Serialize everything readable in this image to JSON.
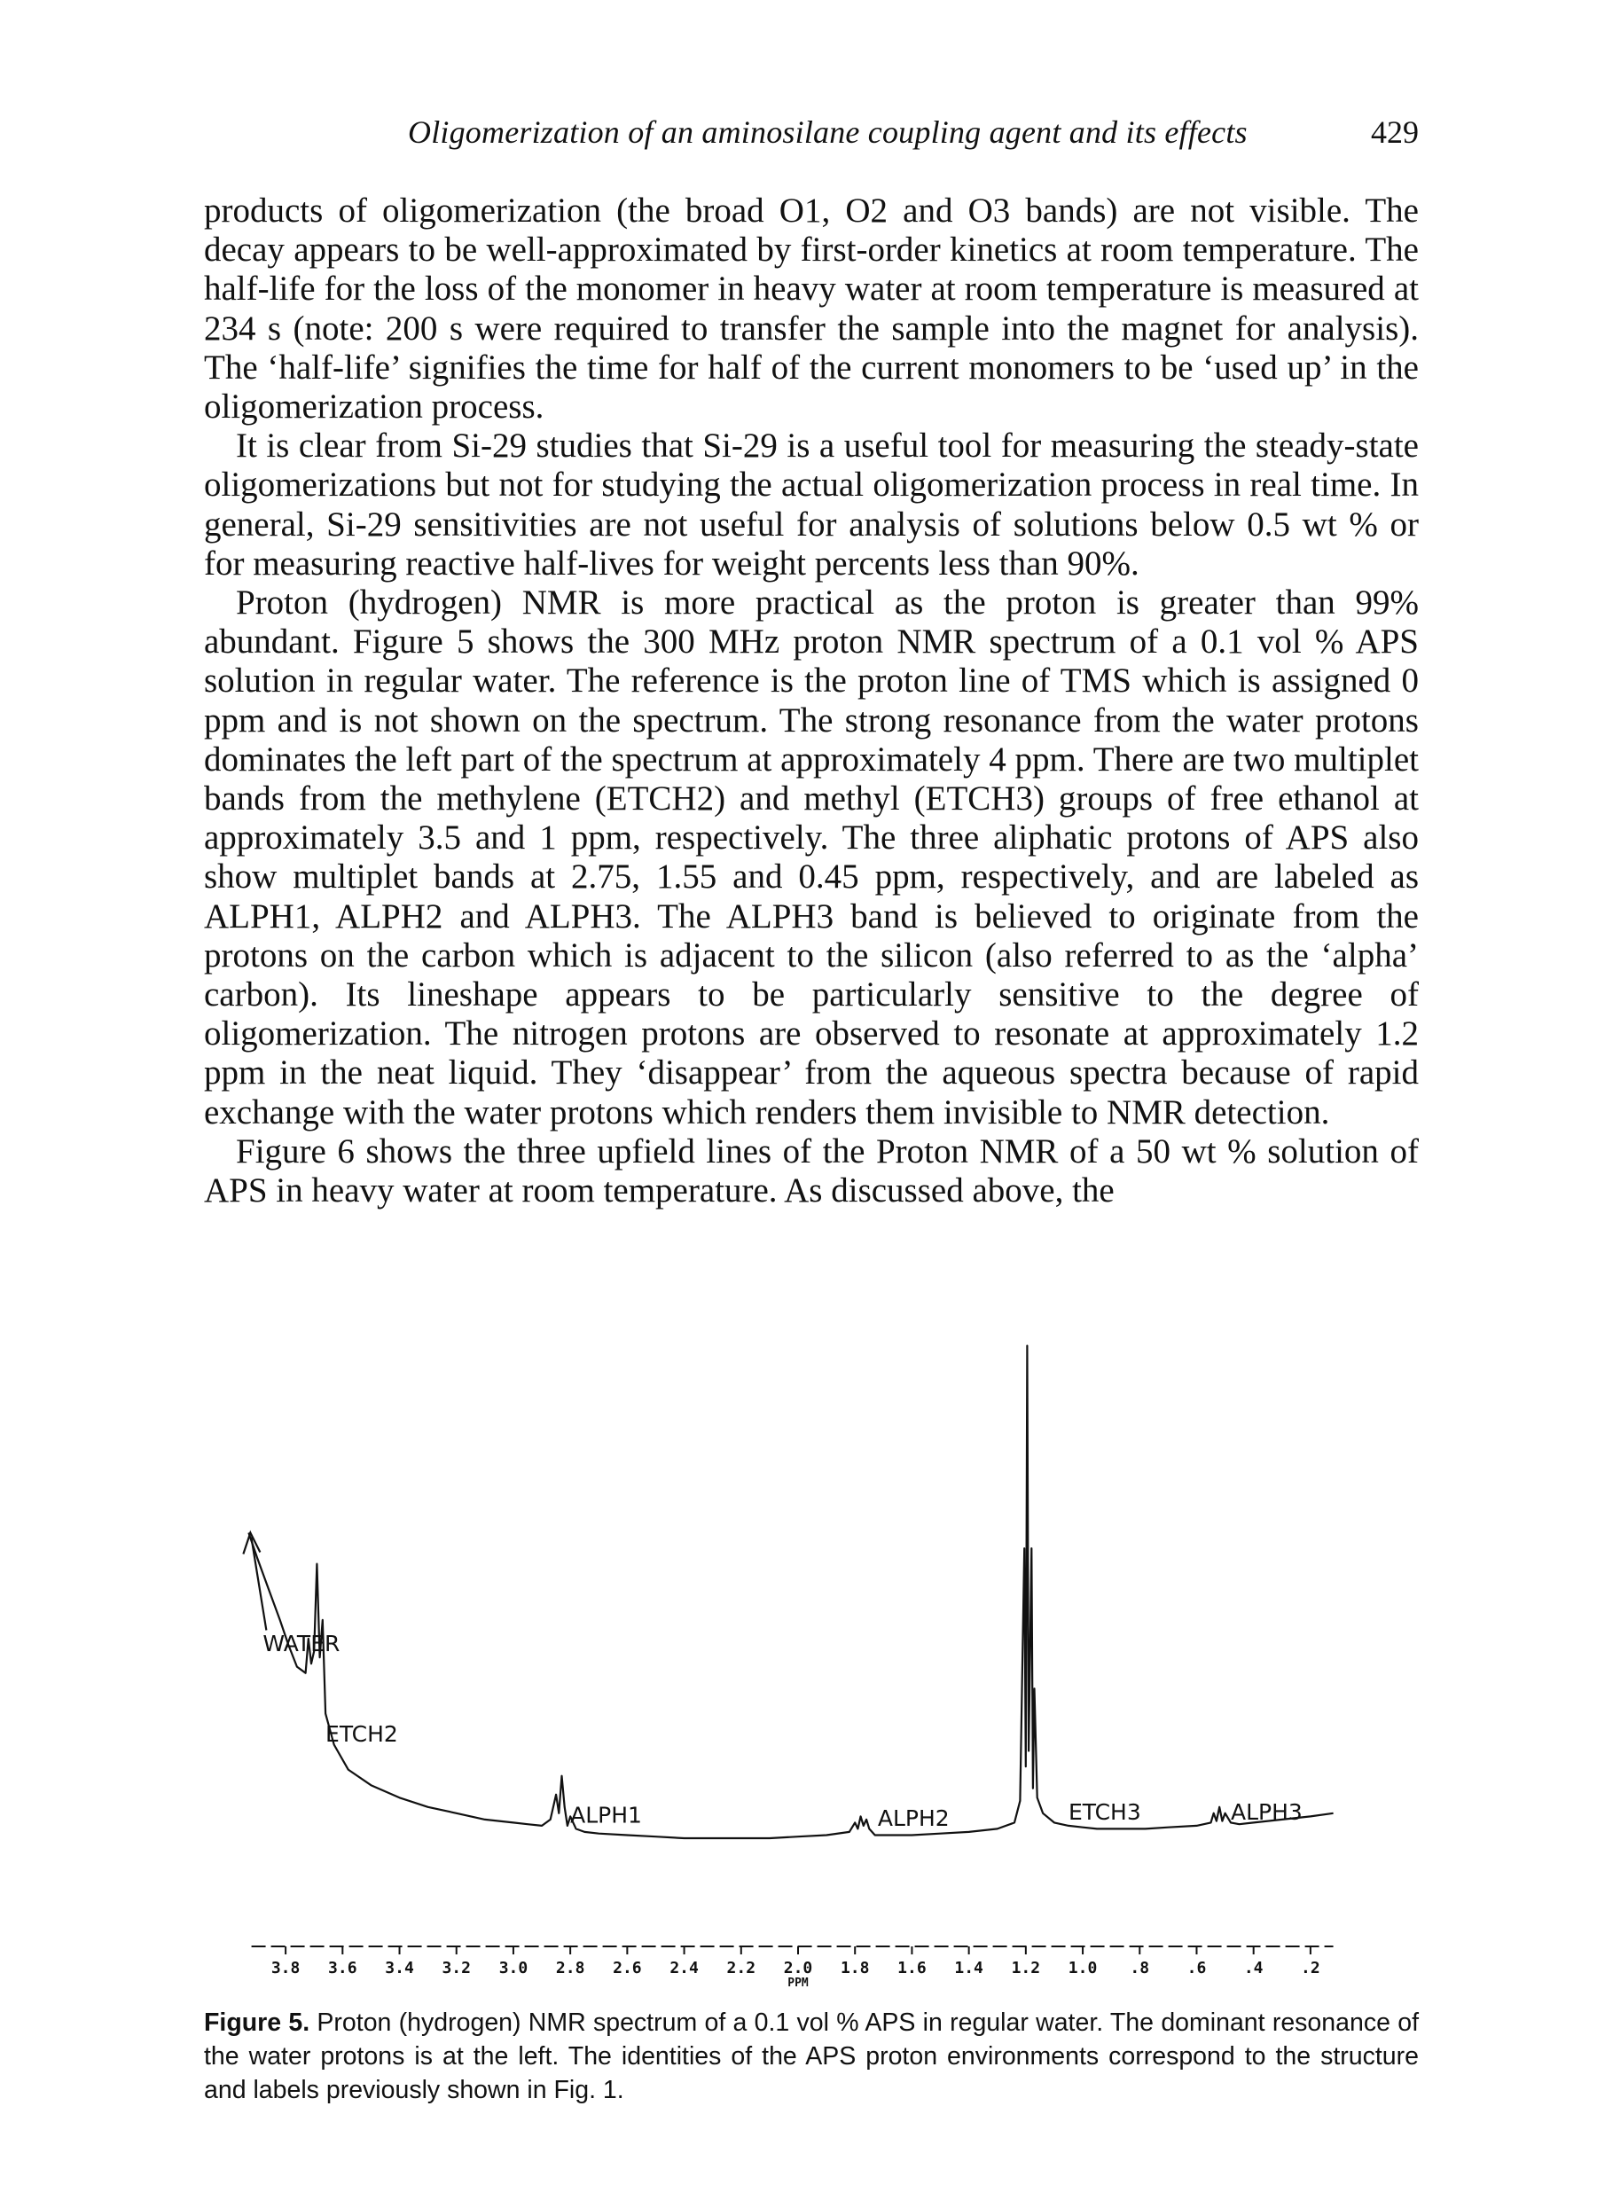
{
  "header": {
    "running_title": "Oligomerization of an aminosilane coupling agent and its effects",
    "page_number": "429"
  },
  "body": {
    "paragraphs": [
      "products of oligomerization (the broad O1, O2 and O3 bands) are not visible. The decay appears to be well-approximated by first-order kinetics at room temperature. The half-life for the loss of the monomer in heavy water at room temperature is measured at 234 s (note: 200 s were required to transfer the sample into the magnet for analysis). The ‘half-life’ signifies the time for half of the current monomers to be ‘used up’ in the oligomerization process.",
      "It is clear from Si-29 studies that Si-29 is a useful tool for measuring the steady-state oligomerizations but not for studying the actual oligomerization process in real time. In general, Si-29 sensitivities are not useful for analysis of solutions below 0.5 wt % or for measuring reactive half-lives for weight percents less than 90%.",
      "Proton (hydrogen) NMR is more practical as the proton is greater than 99% abundant. Figure 5 shows the 300 MHz proton NMR spectrum of a 0.1 vol % APS solution in regular water. The reference is the proton line of TMS which is assigned 0 ppm and is not shown on the spectrum. The strong resonance from the water protons dominates the left part of the spectrum at approximately 4 ppm. There are two multiplet bands from the methylene (ETCH2) and methyl (ETCH3) groups of free ethanol at approximately 3.5 and 1 ppm, respectively. The three aliphatic protons of APS also show multiplet bands at 2.75, 1.55 and 0.45 ppm, respectively, and are labeled as ALPH1, ALPH2 and ALPH3. The ALPH3 band is believed to originate from the protons on the carbon which is adjacent to the silicon (also referred to as the ‘alpha’ carbon). Its lineshape appears to be particularly sensitive to the degree of oligomerization. The nitrogen protons are observed to resonate at approximately 1.2 ppm in the neat liquid. They ‘disappear’ from the aqueous spectra because of rapid exchange with the water protons which renders them invisible to NMR detection.",
      "Figure 6 shows the three upfield lines of the Proton NMR of a 50 wt % solution of APS in heavy water at room temperature. As discussed above, the"
    ]
  },
  "figure": {
    "chart_data": {
      "type": "line",
      "title": "",
      "xlabel": "PPM",
      "ylabel": "",
      "x_reversed": true,
      "xlim": [
        3.9,
        0.1
      ],
      "x_ticks": [
        "3.8",
        "3.6",
        "3.4",
        "3.2",
        "3.0",
        "2.8",
        "2.6",
        "2.4",
        "2.2",
        "2.0",
        "1.8",
        "1.6",
        "1.4",
        "1.2",
        "1.0",
        ".8",
        ".6",
        ".4",
        ".2"
      ],
      "annotations": [
        {
          "text": "WATER",
          "x": 3.88,
          "y": 0.62
        },
        {
          "text": "ETCH2",
          "x": 3.66,
          "y": 0.33
        },
        {
          "text": "ALPH1",
          "x": 2.8,
          "y": 0.07
        },
        {
          "text": "ALPH2",
          "x": 1.72,
          "y": 0.06
        },
        {
          "text": "ETCH3",
          "x": 1.05,
          "y": 0.08
        },
        {
          "text": "ALPH3",
          "x": 0.48,
          "y": 0.08
        }
      ],
      "series": [
        {
          "x": [
            3.93,
            3.9,
            3.86,
            3.82,
            3.79,
            3.76,
            3.73,
            3.72,
            3.71,
            3.7,
            3.69,
            3.68,
            3.67,
            3.66,
            3.63,
            3.58,
            3.5,
            3.4,
            3.3,
            3.2,
            3.1,
            3.0,
            2.95,
            2.9,
            2.87,
            2.85,
            2.84,
            2.83,
            2.82,
            2.81,
            2.8,
            2.78,
            2.75,
            2.7,
            2.6,
            2.5,
            2.4,
            2.3,
            2.2,
            2.1,
            2.0,
            1.9,
            1.82,
            1.8,
            1.79,
            1.78,
            1.77,
            1.76,
            1.75,
            1.73,
            1.7,
            1.6,
            1.5,
            1.4,
            1.3,
            1.24,
            1.22,
            1.205,
            1.2,
            1.195,
            1.19,
            1.18,
            1.175,
            1.17,
            1.16,
            1.14,
            1.1,
            1.05,
            1.0,
            0.95,
            0.9,
            0.85,
            0.78,
            0.7,
            0.6,
            0.55,
            0.54,
            0.53,
            0.52,
            0.51,
            0.5,
            0.48,
            0.45,
            0.4,
            0.3,
            0.2,
            0.12
          ],
          "y": [
            1.0,
            0.92,
            0.82,
            0.72,
            0.64,
            0.57,
            0.55,
            0.66,
            0.58,
            0.62,
            0.9,
            0.6,
            0.72,
            0.42,
            0.32,
            0.24,
            0.19,
            0.15,
            0.12,
            0.1,
            0.08,
            0.07,
            0.065,
            0.06,
            0.08,
            0.16,
            0.1,
            0.22,
            0.12,
            0.06,
            0.09,
            0.05,
            0.04,
            0.035,
            0.03,
            0.025,
            0.02,
            0.02,
            0.02,
            0.02,
            0.025,
            0.03,
            0.04,
            0.07,
            0.05,
            0.09,
            0.06,
            0.08,
            0.05,
            0.03,
            0.03,
            0.03,
            0.035,
            0.04,
            0.05,
            0.07,
            0.14,
            0.95,
            0.25,
            1.6,
            0.3,
            0.95,
            0.18,
            0.5,
            0.15,
            0.1,
            0.07,
            0.06,
            0.055,
            0.05,
            0.05,
            0.05,
            0.05,
            0.055,
            0.06,
            0.07,
            0.1,
            0.075,
            0.12,
            0.075,
            0.1,
            0.07,
            0.065,
            0.07,
            0.08,
            0.09,
            0.1
          ]
        }
      ]
    },
    "caption_label": "Figure 5.",
    "caption_text": " Proton (hydrogen) NMR spectrum of a 0.1 vol % APS in regular water. The dominant resonance of the water protons is at the left. The identities of the APS proton environments correspond to the structure and labels previously shown in Fig. 1."
  }
}
